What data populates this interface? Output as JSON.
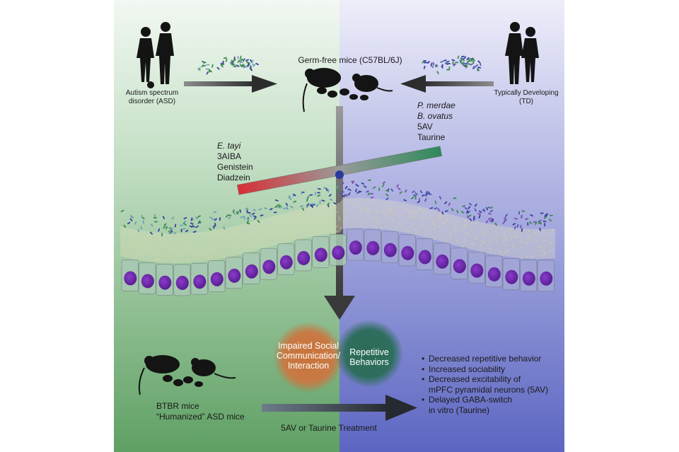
{
  "colors": {
    "left_panel": "#a9cfaa",
    "right_panel": "#8d93d2",
    "nucleus": "#6b2aa8",
    "bacteria_green": "#3d8a4c",
    "bacteria_blue": "#3a3f9c",
    "orange_circle": "#c8733a",
    "green_circle": "#2b6b55",
    "gradient_red": "#d62f35",
    "gradient_green": "#2e8a5a"
  },
  "icons": [
    "children-silhouette-icon",
    "bacteria-cluster-icon",
    "mice-silhouette-icon",
    "arrow-right-icon",
    "arrow-left-icon",
    "arrow-down-icon"
  ],
  "top": {
    "asd_label": [
      "Autism spectrum",
      "disorder (ASD)"
    ],
    "td_label": [
      "Typically Developing",
      "(TD)"
    ],
    "germ_free": "Germ-free mice (C57BL/6J)"
  },
  "asd_factors": {
    "species": "E. tayi",
    "metabolites": [
      "3AIBA",
      "Genistein",
      "Diadzein"
    ]
  },
  "td_factors": {
    "species": [
      "P. merdae",
      "B. ovatus"
    ],
    "metabolites": [
      "5AV",
      "Taurine"
    ]
  },
  "phenotypes": {
    "left": [
      "Impaired Social",
      "Communication/",
      "Interaction"
    ],
    "right": [
      "Repetitive",
      "Behaviors"
    ]
  },
  "btbr": {
    "line1": "BTBR mice",
    "line2": "“Humanized” ASD mice"
  },
  "treatment": "5AV or Taurine Treatment",
  "outcomes": [
    "Decreased repetitive behavior",
    "Increased sociability",
    "Decreased excitability of",
    "mPFC pyramidal neurons (5AV)",
    "Delayed GABA-switch",
    "in vitro (Taurine)"
  ]
}
